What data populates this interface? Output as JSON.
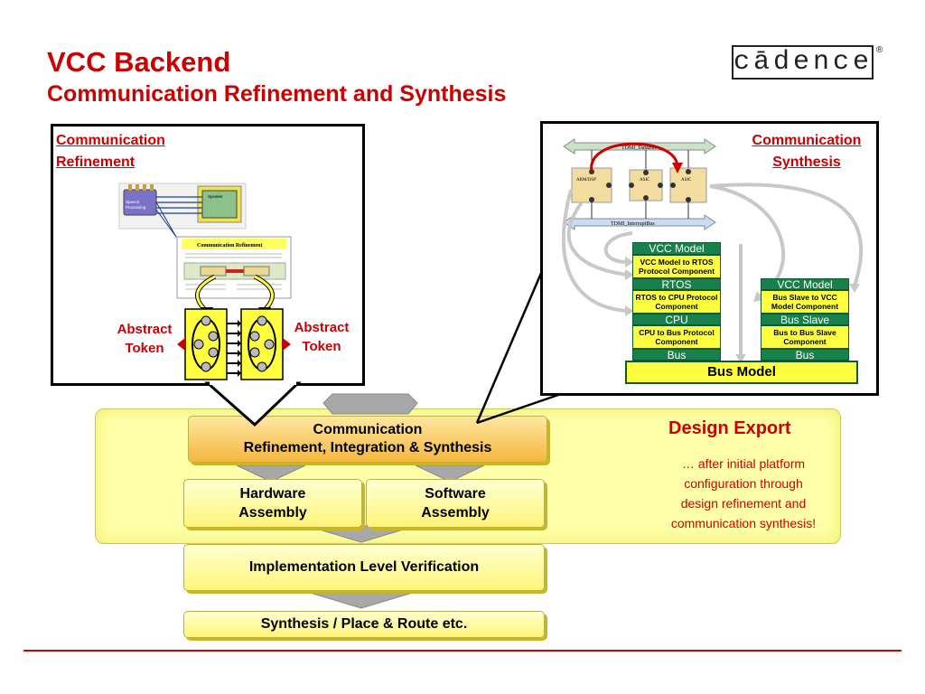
{
  "header": {
    "title": "VCC Backend",
    "subtitle": "Communication Refinement and Synthesis",
    "logo_text": "cādence",
    "logo_mark": "®"
  },
  "refinement_panel": {
    "label_line1": "Communication",
    "label_line2": "Refinement",
    "token_left_line1": "Abstract",
    "token_left_line2": "Token",
    "token_right_line1": "Abstract",
    "token_right_line2": "Token",
    "mini_source": "Speech Processing",
    "mini_sink": "Speaker",
    "mini_doc_title": "Communication Refinement"
  },
  "synthesis_panel": {
    "label_line1": "Communication",
    "label_line2": "Synthesis",
    "databus": "TDMI_DataBus",
    "interruptbus": "TDMI_InterruptBus",
    "blocks": [
      "ARM/DSP",
      "ASIC",
      "ASIC"
    ],
    "left_stack": {
      "vcc_model": "VCC Model",
      "vcc_to_rtos": "VCC Model to RTOS Protocol Component",
      "rtos": "RTOS",
      "rtos_to_cpu": "RTOS to CPU Protocol Component",
      "cpu": "CPU",
      "cpu_to_bus": "CPU to Bus Protocol Component",
      "bus": "Bus"
    },
    "right_stack": {
      "vcc_model": "VCC Model",
      "bus_slave_to_vcc": "Bus Slave to VCC Model Component",
      "bus_slave": "Bus Slave",
      "bus_to_bus": "Bus to Bus Slave Component",
      "bus": "Bus"
    },
    "bus_model": "Bus Model"
  },
  "flow": {
    "comm_line1": "Communication",
    "comm_line2": "Refinement, Integration & Synthesis",
    "hw_line1": "Hardware",
    "hw_line2": "Assembly",
    "sw_line1": "Software",
    "sw_line2": "Assembly",
    "verification": "Implementation Level Verification",
    "synthesis": "Synthesis / Place & Route etc."
  },
  "design_export": {
    "title": "Design Export",
    "line1": "… after initial platform",
    "line2": "configuration through",
    "line3": "design refinement and",
    "line4": "communication synthesis!"
  },
  "colors": {
    "accent_red": "#cc0000",
    "stack_green": "#18804a",
    "stack_yellow": "#ffff40",
    "stage_yellow": "#ffffaa"
  }
}
